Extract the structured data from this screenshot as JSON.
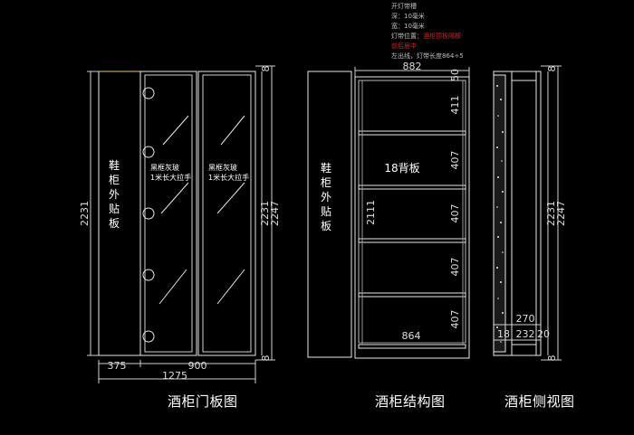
{
  "notes": {
    "line1": "开灯带槽",
    "line2": "深：10毫米",
    "line3": "宽：10毫米",
    "line4_prefix": "灯带位置：",
    "line4_red": "酒柜顶板隔板",
    "line5_red": "前后居中",
    "line6": "左出线，灯带长度864÷5"
  },
  "door_view": {
    "caption": "酒柜门板图",
    "side_panel_label": [
      "鞋",
      "柜",
      "外",
      "贴",
      "板"
    ],
    "glass_label_left": [
      "黑框灰玻",
      "1米长大拉手"
    ],
    "glass_label_right": [
      "黑框灰玻",
      "1米长大拉手"
    ],
    "dim_height_left": "2231",
    "dim_height_right_inner": "2231",
    "dim_height_right_outer": "2247",
    "dim_width_side": "375",
    "dim_width_door": "900",
    "dim_width_total": "1275",
    "dim_top_gap": "8",
    "dim_bottom_gap": "8"
  },
  "structure_view": {
    "caption": "酒柜结构图",
    "side_panel_label": [
      "鞋",
      "柜",
      "外",
      "贴",
      "板"
    ],
    "back_panel_label": "18背板",
    "dim_top_width": "882",
    "dim_inner_width": "864",
    "dim_inner_height": "2111",
    "shelf_heights": [
      "50",
      "411",
      "407",
      "407",
      "407",
      "407"
    ]
  },
  "side_view": {
    "caption": "酒柜侧视图",
    "dim_height_inner": "2231",
    "dim_height_outer": "2247",
    "dim_depth": "270",
    "dim_parts": [
      "18",
      "232",
      "20"
    ],
    "dim_top_gap": "8",
    "dim_bottom_gap": "8"
  }
}
